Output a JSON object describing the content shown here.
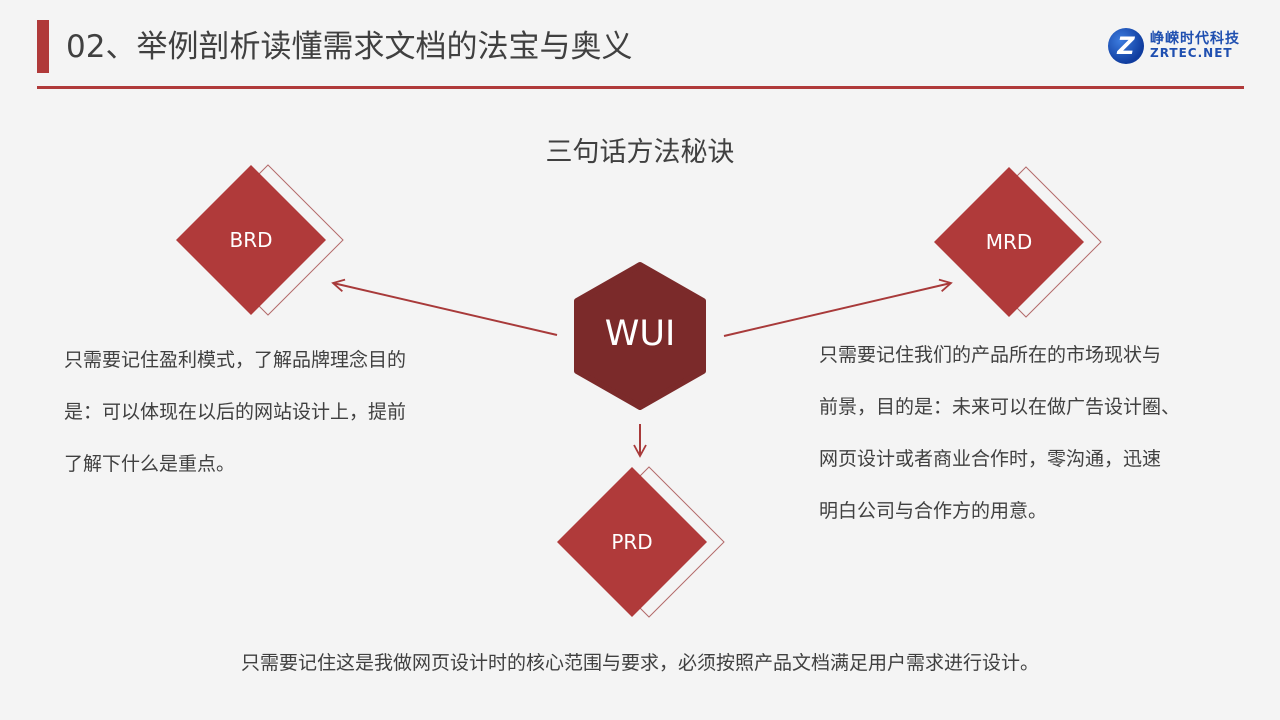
{
  "header": {
    "title": "02、举例剖析读懂需求文档的法宝与奥义",
    "logo": {
      "icon": "z-globe-logo-icon",
      "name_cn": "峥嵘时代科技",
      "name_en": "ZRTEC.NET"
    }
  },
  "subtitle": "三句话方法秘诀",
  "colors": {
    "accent": "#b03a3a",
    "center_node": "#7b2a2a",
    "diamond": "#b03a3a",
    "text": "#404040",
    "background": "#f4f4f4"
  },
  "nodes": {
    "center": "WUI",
    "brd": "BRD",
    "mrd": "MRD",
    "prd": "PRD"
  },
  "descriptions": {
    "brd": [
      "只需要记住盈利模式，了解品牌理念目的",
      "是：可以体现在以后的网站设计上，提前",
      "了解下什么是重点。"
    ],
    "mrd": [
      "只需要记住我们的产品所在的市场现状与",
      "前景，目的是：未来可以在做广告设计圈、",
      "网页设计或者商业合作时，零沟通，迅速",
      "明白公司与合作方的用意。"
    ],
    "prd": "只需要记住这是我做网页设计时的核心范围与要求，必须按照产品文档满足用户需求进行设计。"
  }
}
